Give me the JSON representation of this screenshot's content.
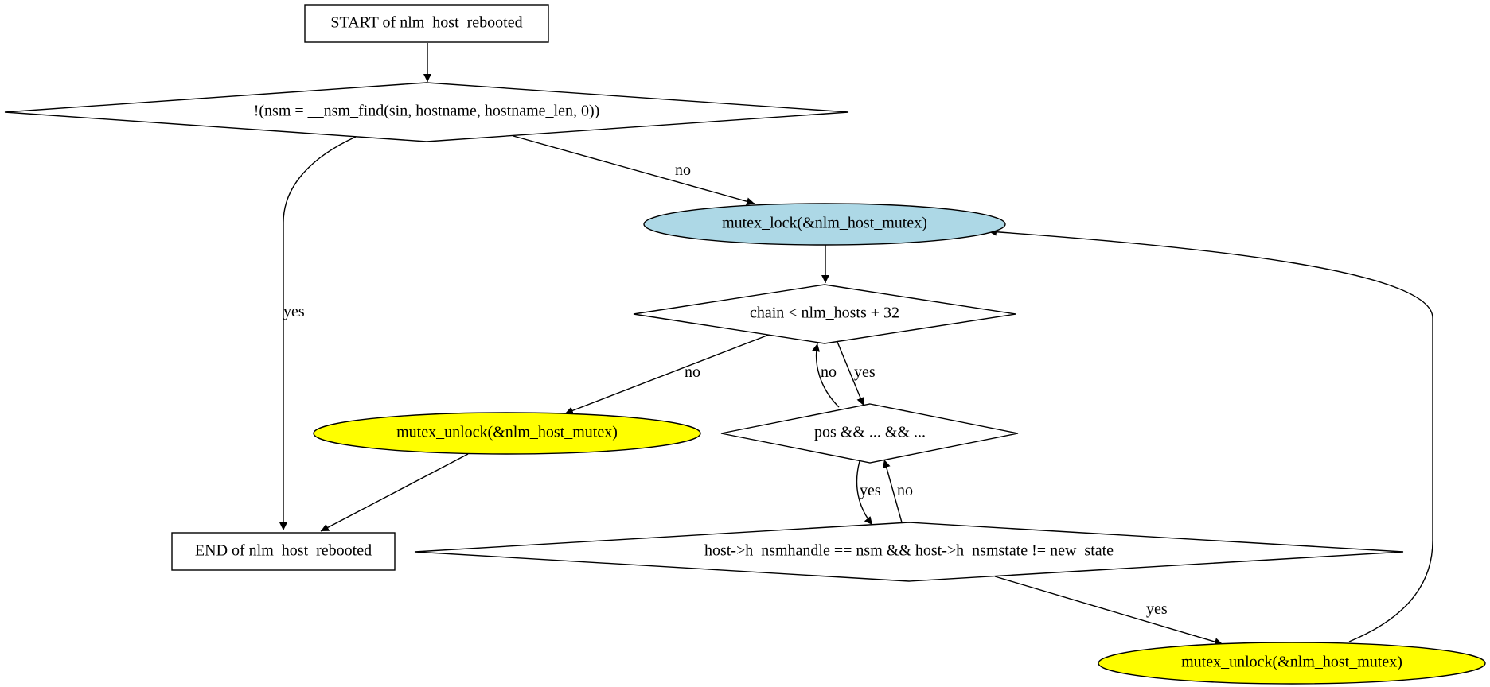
{
  "nodes": {
    "start": {
      "label": "START of nlm_host_rebooted",
      "shape": "box",
      "fill": "#ffffff"
    },
    "cond_find": {
      "label": "!(nsm = __nsm_find(sin, hostname, hostname_len, 0))",
      "shape": "diamond",
      "fill": "#ffffff"
    },
    "mutex_lock": {
      "label": "mutex_lock(&nlm_host_mutex)",
      "shape": "ellipse",
      "fill": "#add8e6"
    },
    "cond_chain": {
      "label": "chain < nlm_hosts + 32",
      "shape": "diamond",
      "fill": "#ffffff"
    },
    "mutex_unlock_left": {
      "label": "mutex_unlock(&nlm_host_mutex)",
      "shape": "ellipse",
      "fill": "#ffff00"
    },
    "cond_pos": {
      "label": "pos && ... && ...",
      "shape": "diamond",
      "fill": "#ffffff"
    },
    "end": {
      "label": "END of nlm_host_rebooted",
      "shape": "box",
      "fill": "#ffffff"
    },
    "cond_host": {
      "label": "host->h_nsmhandle == nsm && host->h_nsmstate != new_state",
      "shape": "diamond",
      "fill": "#ffffff"
    },
    "mutex_unlock_right": {
      "label": "mutex_unlock(&nlm_host_mutex)",
      "shape": "ellipse",
      "fill": "#ffff00"
    }
  },
  "edges": {
    "start_to_find": {
      "label": ""
    },
    "find_yes": {
      "label": "yes"
    },
    "find_no": {
      "label": "no"
    },
    "lock_to_chain": {
      "label": ""
    },
    "chain_no": {
      "label": "no"
    },
    "chain_yes": {
      "label": "yes"
    },
    "pos_no": {
      "label": "no"
    },
    "pos_yes": {
      "label": "yes"
    },
    "host_no": {
      "label": "no"
    },
    "host_yes": {
      "label": "yes"
    },
    "unlock_left_to_end": {
      "label": ""
    },
    "unlock_right_to_lock": {
      "label": ""
    }
  }
}
